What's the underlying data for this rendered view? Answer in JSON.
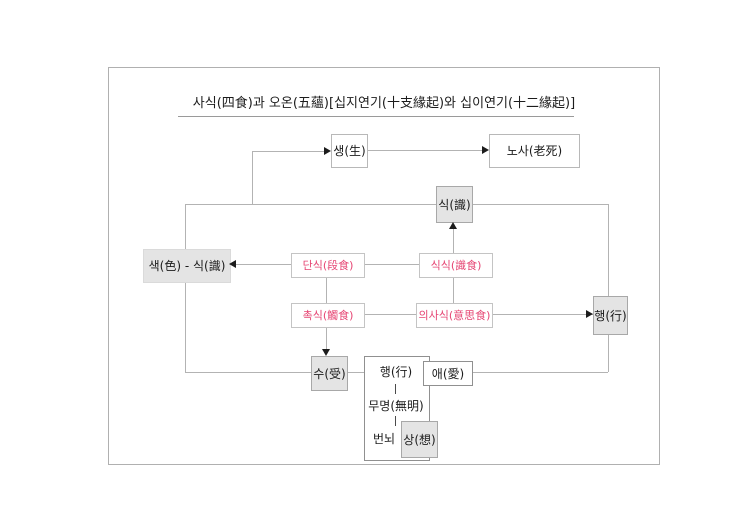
{
  "title": "사식(四食)과 오온(五蘊)[십지연기(十支緣起)와 십이연기(十二緣起)]",
  "colors": {
    "pink_text": "#e64573",
    "gray_box_fill": "#e4e4e4",
    "line": "#b3b3b3",
    "frame_border": "#b0b0b0",
    "text": "#1c1c1c"
  },
  "nodes": {
    "saeng": "생(生)",
    "nosa": "노사(老死)",
    "sik": "식(識)",
    "saek_sik": "색(色) - 식(識)",
    "dansik": "단식(段食)",
    "siksik": "식식(識食)",
    "choksik": "촉식(觸食)",
    "uisasik": "의사식(意思食)",
    "haeng_right": "행(行)",
    "su": "수(受)",
    "ae": "애(愛)",
    "haeng_inner": "행(行)",
    "mumyeong": "무명(無明)",
    "beonnoe": "번뇌",
    "sang": "상(想)"
  }
}
